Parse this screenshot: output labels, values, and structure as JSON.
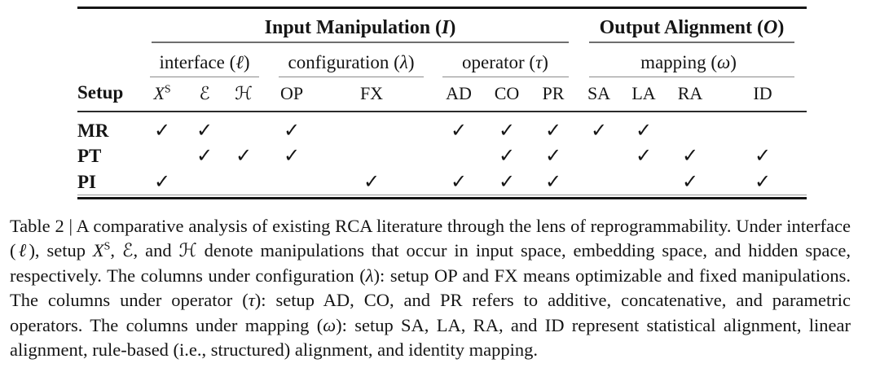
{
  "colors": {
    "text": "#151515",
    "background": "#ffffff",
    "rule_dark": "#161616",
    "rule_light": "#8a8a8a"
  },
  "table": {
    "setup_header": "Setup",
    "check_glyph": "✓",
    "groups": [
      {
        "pre": "Input Manipulation (",
        "var": "I",
        "post": ")"
      },
      {
        "pre": "Output Alignment (",
        "var": "O",
        "post": ")"
      }
    ],
    "subgroups": [
      {
        "pre": "interface (",
        "var": "ℓ",
        "post": ")"
      },
      {
        "pre": "configuration (",
        "var": "λ",
        "post": ")"
      },
      {
        "pre": "operator (",
        "var": "τ",
        "post": ")"
      },
      {
        "pre": "mapping (",
        "var": "ω",
        "post": ")"
      }
    ],
    "columns": [
      {
        "main": "X",
        "sup": "S"
      },
      {
        "main": "ℰ",
        "sup": ""
      },
      {
        "main": "ℋ",
        "sup": ""
      },
      {
        "main": "OP",
        "sup": ""
      },
      {
        "main": "FX",
        "sup": ""
      },
      {
        "main": "AD",
        "sup": ""
      },
      {
        "main": "CO",
        "sup": ""
      },
      {
        "main": "PR",
        "sup": ""
      },
      {
        "main": "SA",
        "sup": ""
      },
      {
        "main": "LA",
        "sup": ""
      },
      {
        "main": "RA",
        "sup": ""
      },
      {
        "main": "ID",
        "sup": ""
      }
    ],
    "rows": [
      {
        "label": "MR",
        "checks": [
          "✓",
          "✓",
          "",
          "✓",
          "",
          "✓",
          "✓",
          "✓",
          "✓",
          "✓",
          "",
          ""
        ]
      },
      {
        "label": "PT",
        "checks": [
          "",
          "✓",
          "✓",
          "✓",
          "",
          "",
          "✓",
          "✓",
          "",
          "✓",
          "✓",
          "✓"
        ]
      },
      {
        "label": "PI",
        "checks": [
          "✓",
          "",
          "",
          "",
          "✓",
          "✓",
          "✓",
          "✓",
          "",
          "",
          "✓",
          "✓"
        ]
      }
    ]
  },
  "caption": {
    "segments": [
      {
        "t": "Table 2 | A comparative analysis of existing RCA literature through the lens of reprogrammability. Under interface ("
      },
      {
        "t": "ℓ"
      },
      {
        "t": "), setup "
      },
      {
        "t": "X"
      },
      {
        "t": "S"
      },
      {
        "t": ", "
      },
      {
        "t": "ℰ"
      },
      {
        "t": ", and "
      },
      {
        "t": "ℋ"
      },
      {
        "t": " denote manipulations that occur in input space, embedding space, and hidden space, respectively. The columns under configuration ("
      },
      {
        "t": "λ"
      },
      {
        "t": "): setup OP and FX means optimizable and fixed manipulations. The columns under operator ("
      },
      {
        "t": "τ"
      },
      {
        "t": "): setup AD, CO, and PR refers to additive, concatenative, and parametric operators. The columns under mapping ("
      },
      {
        "t": "ω"
      },
      {
        "t": "): setup SA, LA, RA, and ID represent statistical alignment, linear alignment, rule-based (i.e., structured) alignment, and identity mapping."
      }
    ]
  }
}
